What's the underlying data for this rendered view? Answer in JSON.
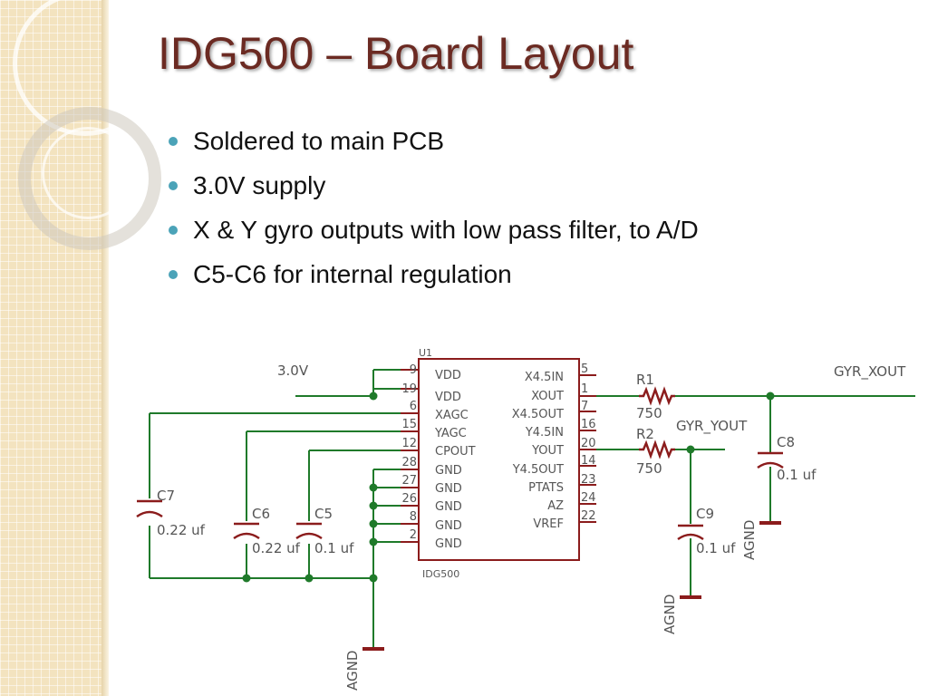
{
  "title": "IDG500 – Board Layout",
  "bullets": [
    "Soldered to main PCB",
    "3.0V supply",
    "X & Y gyro outputs with low pass filter, to A/D",
    "C5-C6 for internal regulation"
  ],
  "schematic": {
    "chip_ref": "U1",
    "chip_name": "IDG500",
    "supply_label": "3.0V",
    "left_pins": [
      {
        "num": "9",
        "name": "VDD"
      },
      {
        "num": "19",
        "name": "VDD"
      },
      {
        "num": "6",
        "name": "XAGC"
      },
      {
        "num": "15",
        "name": "YAGC"
      },
      {
        "num": "12",
        "name": "CPOUT"
      },
      {
        "num": "28",
        "name": "GND"
      },
      {
        "num": "27",
        "name": "GND"
      },
      {
        "num": "26",
        "name": "GND"
      },
      {
        "num": "8",
        "name": "GND"
      },
      {
        "num": "2",
        "name": "GND"
      }
    ],
    "right_pins": [
      {
        "num": "5",
        "name": "X4.5IN"
      },
      {
        "num": "1",
        "name": "XOUT"
      },
      {
        "num": "7",
        "name": "X4.5OUT"
      },
      {
        "num": "16",
        "name": "Y4.5IN"
      },
      {
        "num": "20",
        "name": "YOUT"
      },
      {
        "num": "14",
        "name": "Y4.5OUT"
      },
      {
        "num": "23",
        "name": "PTATS"
      },
      {
        "num": "24",
        "name": "AZ"
      },
      {
        "num": "22",
        "name": "VREF"
      }
    ],
    "c7": {
      "ref": "C7",
      "value": "0.22 uf"
    },
    "c6": {
      "ref": "C6",
      "value": "0.22 uf"
    },
    "c5": {
      "ref": "C5",
      "value": "0.1 uf"
    },
    "r1": {
      "ref": "R1",
      "value": "750"
    },
    "r2": {
      "ref": "R2",
      "value": "750"
    },
    "c8": {
      "ref": "C8",
      "value": "0.1 uf"
    },
    "c9": {
      "ref": "C9",
      "value": "0.1 uf"
    },
    "net_xout": "GYR_XOUT",
    "net_yout": "GYR_YOUT",
    "ground_label": "AGND"
  }
}
